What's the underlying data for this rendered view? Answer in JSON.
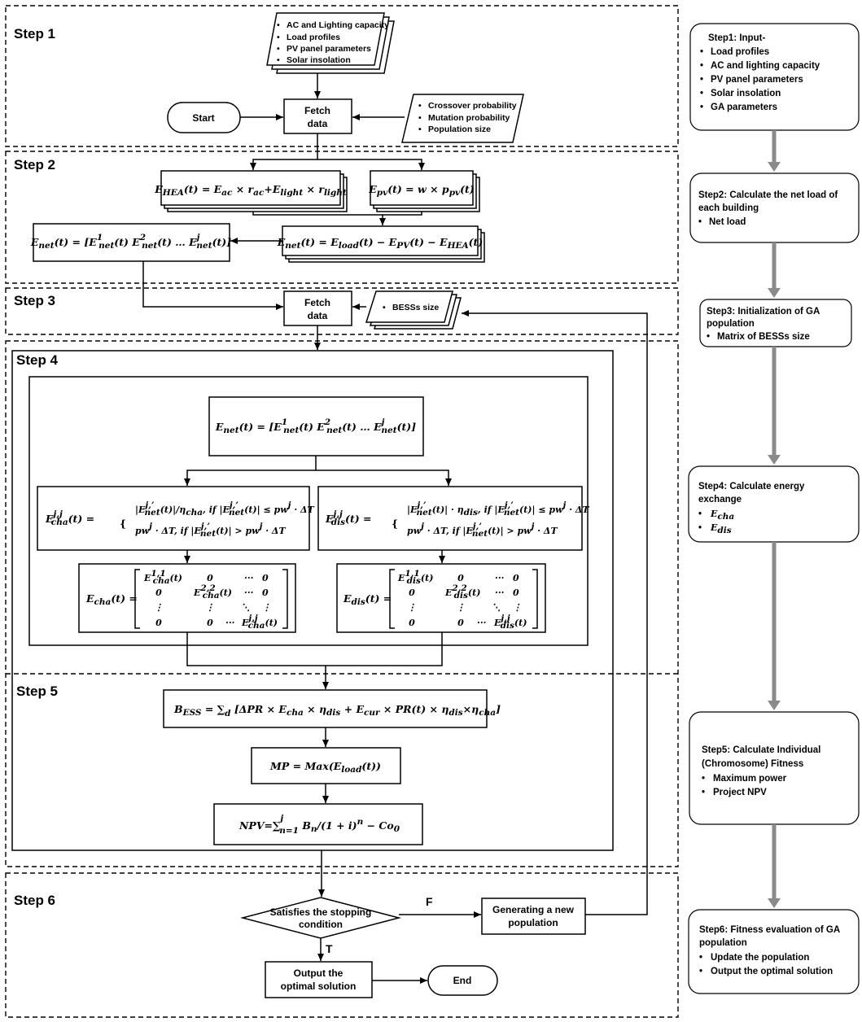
{
  "steps": [
    "Step 1",
    "Step 2",
    "Step 3",
    "Step 4",
    "Step 5",
    "Step 6"
  ],
  "step1": {
    "inputs": [
      "AC and Lighting capacity",
      "Load profiles",
      "PV panel parameters",
      "Solar insolation"
    ],
    "start": "Start",
    "fetch": [
      "Fetch",
      "data"
    ],
    "ga_params": [
      "Crossover probability",
      "Mutation probability",
      "Population size"
    ]
  },
  "step2": {
    "hea_eq": "E_HEA(t) = E_ac × r_ac + E_light × r_light",
    "pv_eq": "E_pv(t) = w × p_pv(t)",
    "net_eq": "E_net(t) = E_load(t) − E_PV(t) − E_HEA(t)",
    "net_vec": "E_net(t) = [E¹net(t) E²net(t) … Eʲnet(t)]"
  },
  "step3": {
    "fetch": [
      "Fetch",
      "data"
    ],
    "bess": "BESSs size"
  },
  "step4": {
    "net_vec": "E_net(t) = [E¹net(t) E²net(t) … Eʲnet(t)]",
    "cha_eq": "E_cha^jj(t) piecewise",
    "dis_eq": "E_dis^jj(t) piecewise",
    "cha_mat": "E_cha(t) diagonal matrix",
    "dis_mat": "E_dis(t) diagonal matrix"
  },
  "step5": {
    "bess_eq": "B_ESS = Σd [ΔPR × E_cha × η_dis + E_cur × PR(t) × η_dis × η_cha]",
    "mp_eq": "MP = Max(E_load(t))",
    "npv_eq": "NPV = Σ(n=1..j) B_n / (1 + i)^n − Co_0"
  },
  "step6": {
    "decision": [
      "Satisfies the stopping",
      "condition"
    ],
    "false_label": "F",
    "true_label": "T",
    "generate": [
      "Generating a new",
      "population"
    ],
    "output": [
      "Output the",
      "optimal solution"
    ],
    "end": "End"
  },
  "side": [
    {
      "title": [
        "Step1: Input-"
      ],
      "items": [
        "Load profiles",
        "AC and lighting capacity",
        "PV panel parameters",
        "Solar insolation",
        "GA parameters"
      ]
    },
    {
      "title": [
        "Step2: Calculate the net load of",
        "each building"
      ],
      "items": [
        "Net load"
      ]
    },
    {
      "title": [
        "Step3: Initialization of GA",
        "population"
      ],
      "items": [
        "Matrix of BESSs size"
      ]
    },
    {
      "title": [
        "Step4: Calculate energy",
        "exchange"
      ],
      "items": [
        "E_cha",
        "E_dis"
      ]
    },
    {
      "title": [
        "Step5: Calculate Individual",
        "(Chromosome) Fitness"
      ],
      "items": [
        "Maximum power",
        "Project NPV"
      ]
    },
    {
      "title": [
        "Step6: Fitness evaluation of GA",
        "population"
      ],
      "items": [
        "Update the population",
        "Output the optimal solution"
      ]
    }
  ]
}
